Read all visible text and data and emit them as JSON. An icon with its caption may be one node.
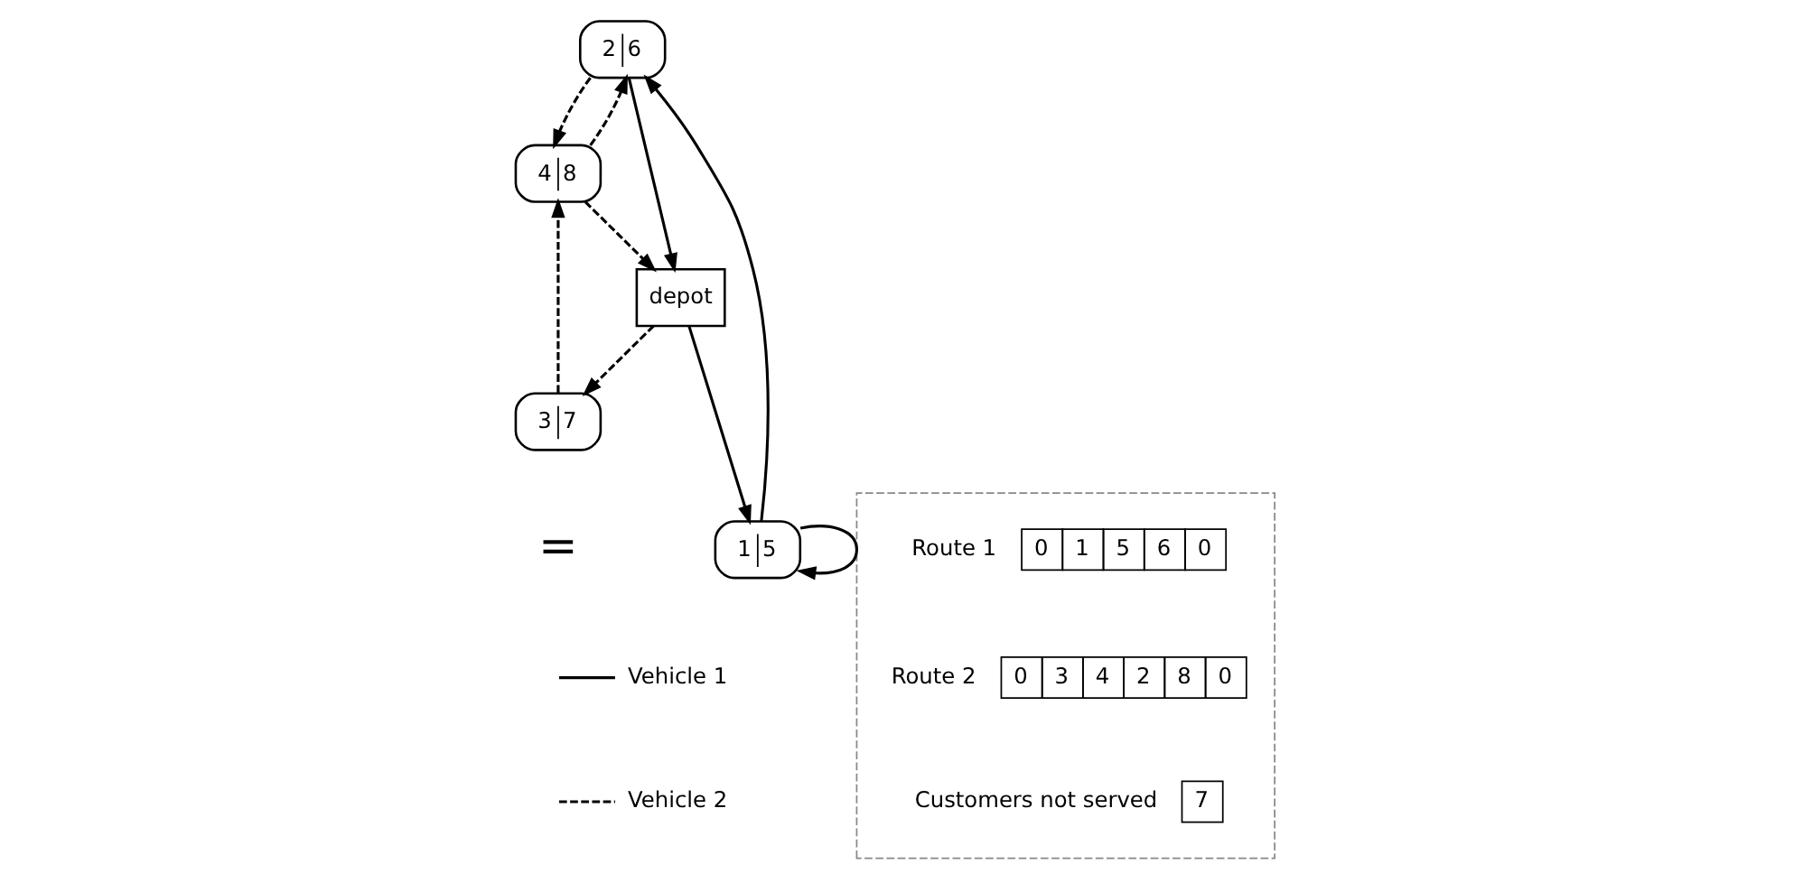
{
  "diagram": {
    "nodes": [
      {
        "text": [
          "2",
          "6"
        ]
      },
      {
        "text": [
          "4",
          "8"
        ]
      },
      {
        "text": [
          "1",
          "5"
        ]
      },
      {
        "text": [
          "3",
          "7"
        ]
      },
      {
        "text": [
          "depot"
        ]
      },
      {
        "text": [],
        "shape": "box"
      },
      {
        "text": [
          "0",
          "1",
          "5",
          "6",
          "0"
        ],
        "beside": [
          "Route 1"
        ],
        "in": 5
      },
      {
        "text": [
          "0",
          "3",
          "4",
          "2",
          "8",
          "0"
        ],
        "beside": [
          "Route 2"
        ],
        "in": 5
      },
      {
        "text": [
          "7"
        ],
        "beside": [
          "Customers not served"
        ],
        "in": 5
      }
    ],
    "edges": [
      {
        "from": 2,
        "to": 2,
        "arrow": "to"
      },
      {
        "from": 4,
        "to": 2,
        "arrow": "to"
      },
      {
        "from": 2,
        "to": 0,
        "arrow": "to"
      },
      {
        "from": 0,
        "to": 4,
        "arrow": "to"
      },
      {
        "from": 4,
        "to": 3,
        "arrow": "to",
        "style": "dashed"
      },
      {
        "from": 3,
        "to": 1,
        "arrow": "to",
        "style": "dashed"
      },
      {
        "from": 1,
        "to": 0,
        "arrow": "to",
        "style": "dashed"
      },
      {
        "from": 0,
        "to": 1,
        "arrow": "to",
        "style": "dashed"
      },
      {
        "from": 1,
        "to": 4,
        "arrow": "to",
        "style": "dashed"
      }
    ],
    "labels": [
      "="
    ],
    "legend": [
      {
        "text": "Vehicle 1"
      },
      {
        "text": "Vehicle 2"
      }
    ]
  }
}
